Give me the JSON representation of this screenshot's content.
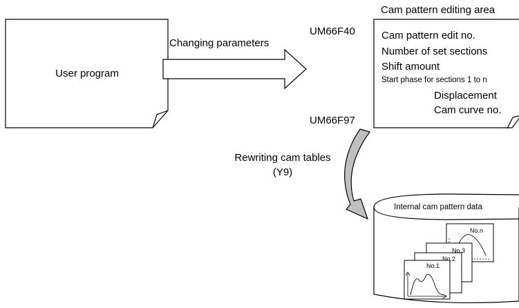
{
  "user_program": {
    "label": "User program"
  },
  "transfer_arrow": {
    "label": "Changing parameters"
  },
  "cam_area": {
    "title": "Cam pattern editing area",
    "start_address": "UM66F40",
    "end_address": "UM66F97",
    "lines": [
      "Cam pattern edit no.",
      "Number of set sections",
      "Shift amount",
      "Start phase for sections 1 to n",
      "Displacement",
      "Cam curve no."
    ]
  },
  "rewrite_arrow": {
    "line1": "Rewriting cam tables",
    "line2": "(Y9)"
  },
  "internal_data": {
    "label": "Internal cam pattern data",
    "cards": [
      "No.n",
      "No.3",
      "No.2",
      "No.1"
    ]
  },
  "colors": {
    "stroke": "#000000",
    "page_fold": "#ffffff",
    "arrow_fill": "#bfbfbf",
    "background": "#ffffff"
  }
}
